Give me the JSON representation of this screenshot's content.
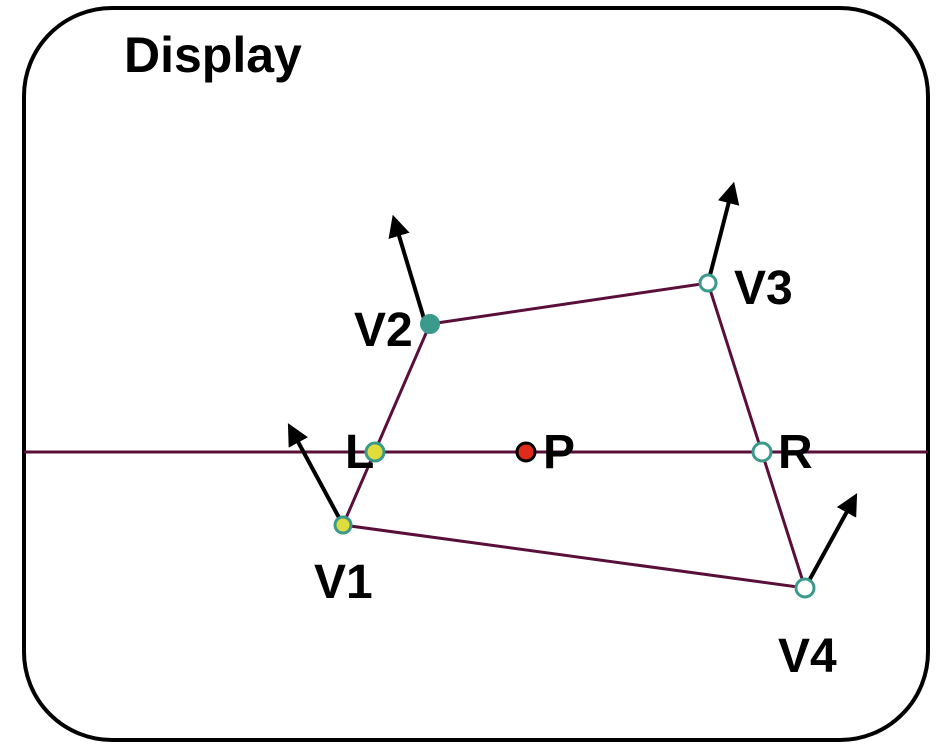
{
  "display": {
    "title": "Display"
  },
  "vertices": [
    {
      "id": "v1",
      "label": "V1",
      "fill": "#e0dc3c",
      "stroke": "#3a9a8c"
    },
    {
      "id": "v2",
      "label": "V2",
      "fill": "#3a9a8c",
      "stroke": "#3a9a8c"
    },
    {
      "id": "v3",
      "label": "V3",
      "fill": "#ffffff",
      "stroke": "#3a9a8c"
    },
    {
      "id": "v4",
      "label": "V4",
      "fill": "#ffffff",
      "stroke": "#3a9a8c"
    }
  ],
  "intersections": [
    {
      "id": "l",
      "label": "L",
      "fill": "#e0dc3c",
      "stroke": "#3a9a8c"
    },
    {
      "id": "r",
      "label": "R",
      "fill": "#ffffff",
      "stroke": "#3a9a8c"
    }
  ],
  "point": {
    "label": "P",
    "fill": "#e02a1a",
    "stroke": "#000000"
  },
  "colors": {
    "polygon_edge": "#5a0f3a",
    "scanline": "#5a0f3a",
    "normal_arrow": "#000000",
    "frame": "#000000"
  }
}
